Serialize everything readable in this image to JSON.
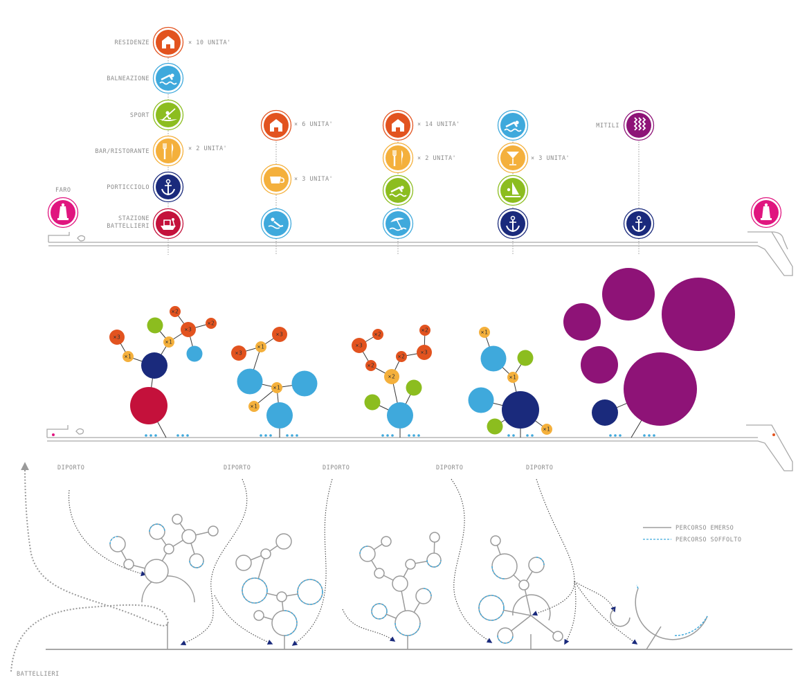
{
  "colors": {
    "orange": "#e2531f",
    "light_blue": "#3fa9dc",
    "green": "#8cbd1f",
    "yellow": "#f4b03c",
    "navy": "#1a2a7c",
    "crimson": "#c4113b",
    "purple": "#8e1377",
    "magenta": "#e0157f",
    "line_gray": "#a9a9a9",
    "path_dark": "#444444",
    "path_dashed": "#3fa9dc"
  },
  "legend_labels": {
    "residenze": "RESIDENZE",
    "balneazione": "BALNEAZIONE",
    "sport": "SPORT",
    "bar_ristorante": "BAR/RISTORANTE",
    "porticciolo": "PORTICCIOLO",
    "stazione_1": "STAZIONE",
    "stazione_2": "BATTELLIERI",
    "faro": "FARO",
    "mitili": "MITILI"
  },
  "counts": {
    "c1_residenze": "× 10 UNITA'",
    "c1_bar": "× 2 UNITA'",
    "c2_residenze": "× 6 UNITA'",
    "c2_cafe": "× 3 UNITA'",
    "c3_residenze": "× 14 UNITA'",
    "c3_bar": "× 2 UNITA'",
    "c4_cocktail": "× 3 UNITA'"
  },
  "icon_names": {
    "residenze": "house-icon",
    "balneazione": "swimmer-icon",
    "sport": "kayak-icon",
    "bar": "cutlery-icon",
    "porticciolo": "anchor-icon",
    "stazione": "boat-icon",
    "faro": "lighthouse-icon",
    "cafe": "cup-icon",
    "diving": "diver-icon",
    "beach": "umbrella-icon",
    "cocktail": "cocktail-icon",
    "windsurf": "windsurf-icon",
    "mitili": "mussels-icon"
  },
  "multipliers": {
    "x1": "×1",
    "x2": "×2",
    "x3": "×3"
  },
  "flows": {
    "diporto": "DIPORTO",
    "battellieri": "BATTELLIERI"
  },
  "legend": {
    "emerso": "PERCORSO EMERSO",
    "soffolto": "PERCORSO SOFFOLTO"
  }
}
